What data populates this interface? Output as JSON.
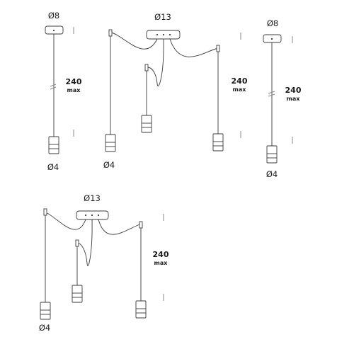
{
  "figures": [
    {
      "canopy_label": "Ø8",
      "shade_label": "Ø4",
      "height_value": "240",
      "height_unit": "max"
    },
    {
      "canopy_label": "Ø13",
      "shade_label": "Ø4",
      "height_value": "240",
      "height_unit": "max"
    },
    {
      "canopy_label": "Ø8",
      "shade_label": "Ø4",
      "height_value": "240",
      "height_unit": "max"
    },
    {
      "canopy_label": "Ø13",
      "shade_label": "Ø4",
      "height_value": "240",
      "height_unit": "max"
    }
  ],
  "colors": {
    "line": "#3a3a3a",
    "tick": "#8a8a8a",
    "text": "#1a1a1a"
  }
}
